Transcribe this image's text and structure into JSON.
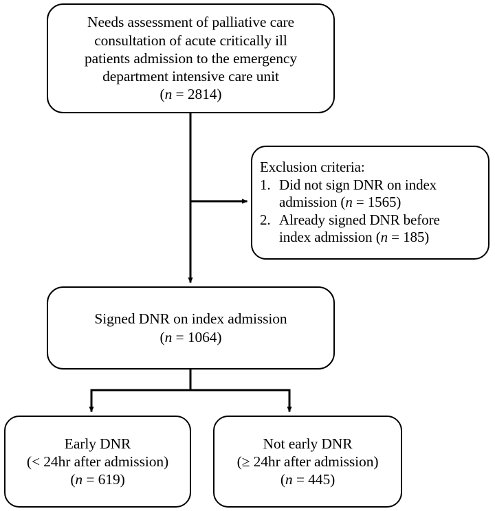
{
  "diagram": {
    "type": "flowchart",
    "title": "Patient selection flow diagram",
    "line_color": "#000000",
    "background": "#ffffff"
  },
  "nodes": {
    "source": {
      "lines": [
        "Needs assessment of palliative care",
        "consultation of acute critically ill",
        "patients admission to the emergency",
        "department intensive care unit"
      ],
      "count_prefix": "(",
      "count_n": "n",
      "count_eq": " = ",
      "count_value": "2814",
      "count_suffix": ")"
    },
    "exclusion": {
      "heading": "Exclusion criteria:",
      "items": [
        {
          "number": "1.",
          "line1": "Did not sign DNR on index",
          "line2_pre": "admission (",
          "line2_n": "n",
          "line2_eq": " = ",
          "line2_value": "1565",
          "line2_post": ")"
        },
        {
          "number": "2.",
          "line1": "Already signed DNR before",
          "line2_pre": "index admission (",
          "line2_n": "n",
          "line2_eq": " = ",
          "line2_value": "185",
          "line2_post": ")"
        }
      ]
    },
    "signed": {
      "lines": [
        "Signed DNR on index admission"
      ],
      "count_prefix": "(",
      "count_n": "n",
      "count_eq": " = ",
      "count_value": "1064",
      "count_suffix": ")"
    },
    "early": {
      "lines": [
        "Early DNR",
        "(< 24hr after admission)"
      ],
      "count_prefix": "(",
      "count_n": "n",
      "count_eq": " = ",
      "count_value": "619",
      "count_suffix": ")"
    },
    "not_early": {
      "lines": [
        "Not early DNR",
        "(≥ 24hr after admission)"
      ],
      "count_prefix": "(",
      "count_n": "n",
      "count_eq": " = ",
      "count_value": "445",
      "count_suffix": ")"
    }
  },
  "connectors": [
    {
      "name": "source-to-signed",
      "from": "source",
      "to": "signed",
      "arrow": true
    },
    {
      "name": "source-to-exclusion",
      "from": "source",
      "to": "exclusion",
      "arrow": true
    },
    {
      "name": "signed-to-early",
      "from": "signed",
      "to": "early",
      "arrow": true
    },
    {
      "name": "signed-to-not-early",
      "from": "signed",
      "to": "not_early",
      "arrow": true
    }
  ]
}
